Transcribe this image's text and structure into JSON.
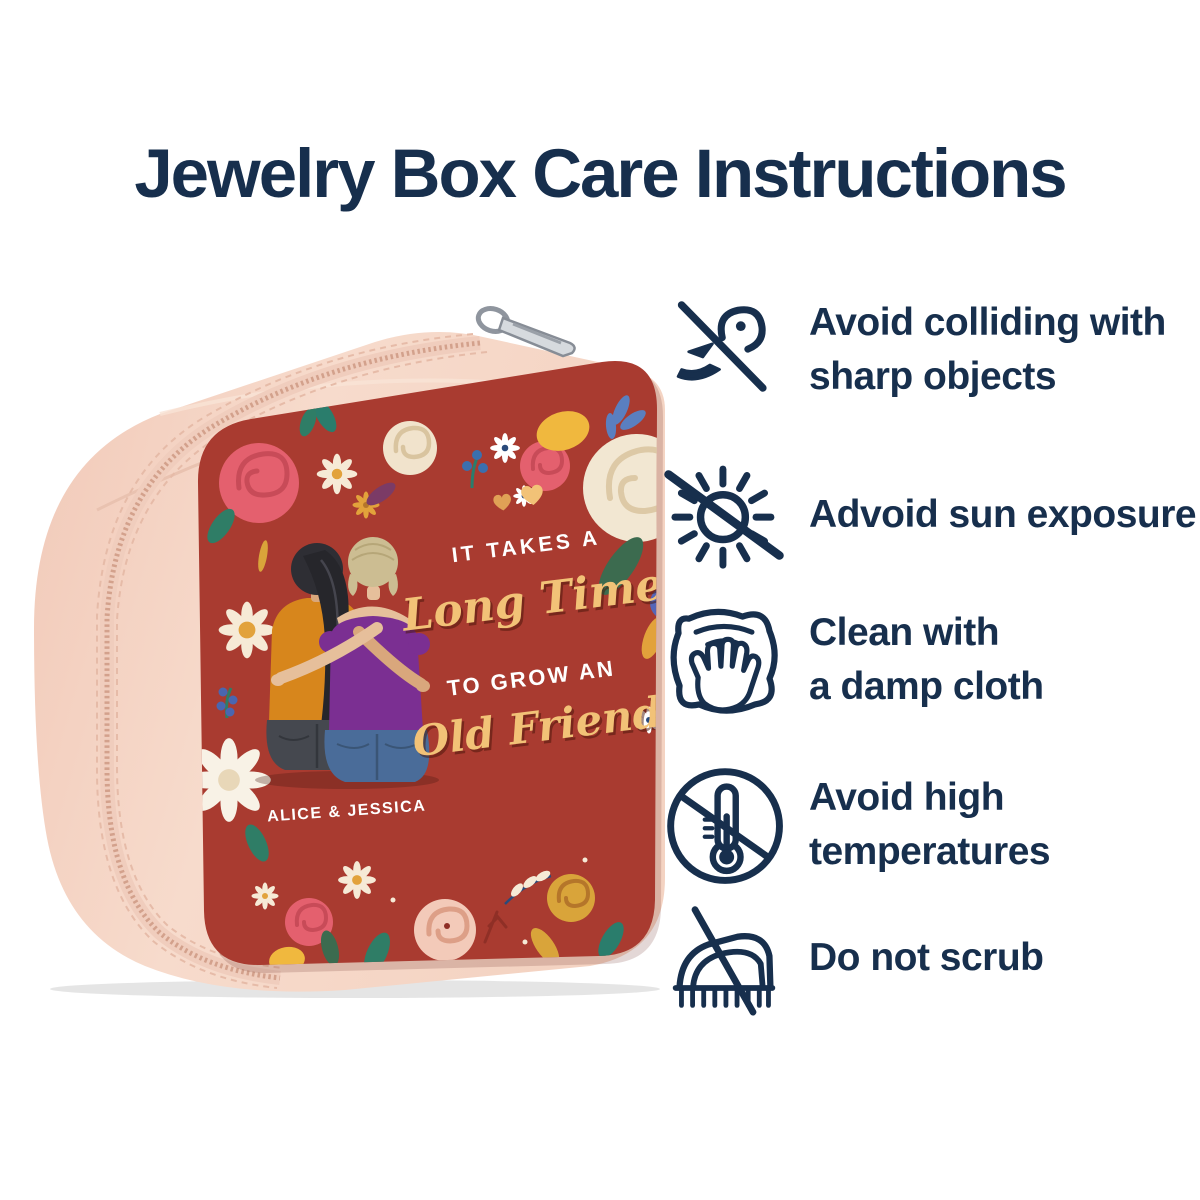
{
  "title": {
    "text": "Jewelry Box Care Instructions",
    "color": "#172f4d"
  },
  "box": {
    "lid_quote": {
      "line1": "IT TAKES A",
      "line2": "Long Time",
      "line3": "TO GROW AN",
      "line4": "Old Friend"
    },
    "names": "ALICE & JESSICA",
    "colors": {
      "panel_red": "#a93b30",
      "leather_pink": "#f4d3c4",
      "quote_gold": "#f2c277",
      "quote_white": "#ffffff"
    }
  },
  "instructions": [
    {
      "icon": "no-sharp-objects-icon",
      "label": "Avoid colliding with\nsharp objects"
    },
    {
      "icon": "no-sun-exposure-icon",
      "label": "Advoid sun exposure"
    },
    {
      "icon": "damp-cloth-icon",
      "label": "Clean with\na damp cloth"
    },
    {
      "icon": "no-high-temperature-icon",
      "label": "Avoid high\ntemperatures"
    },
    {
      "icon": "no-scrub-icon",
      "label": "Do not scrub"
    }
  ]
}
